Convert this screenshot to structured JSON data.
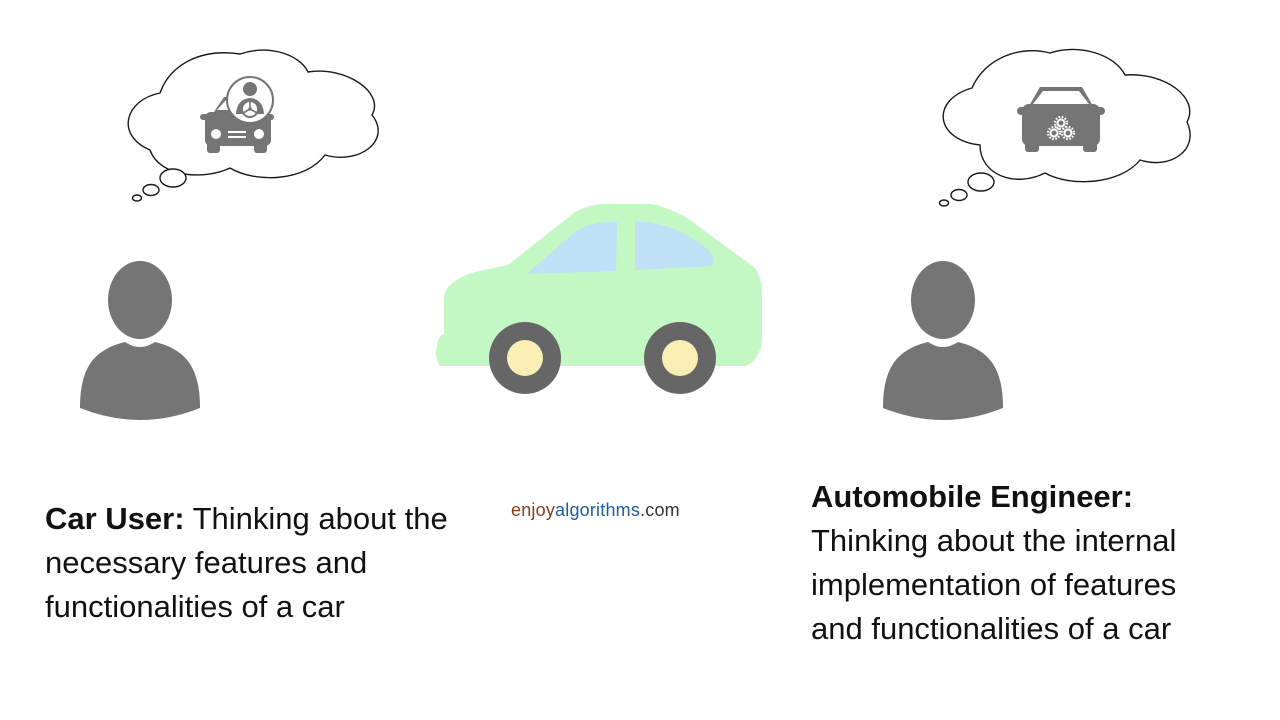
{
  "colors": {
    "figure_gray": "#757575",
    "car_body": "#c3f7c3",
    "car_window": "#bfe0f5",
    "wheel_tire": "#666666",
    "wheel_hub": "#faeeb4",
    "bubble_stroke": "#1a1a1a"
  },
  "icons": {
    "left_thought": "car-with-driver-icon",
    "right_thought": "car-with-gears-icon",
    "people": "person-silhouette-icon",
    "center": "car-side-view-icon"
  },
  "car_user": {
    "title": "Car User:",
    "description": " Thinking about the necessary features and functionalities of a car"
  },
  "automobile_engineer": {
    "title": "Automobile Engineer:",
    "description": " Thinking about the internal implementation of features and functionalities of a car"
  },
  "watermark": {
    "part1": "enjoy",
    "part2": "algorithms",
    "part3": ".com"
  }
}
